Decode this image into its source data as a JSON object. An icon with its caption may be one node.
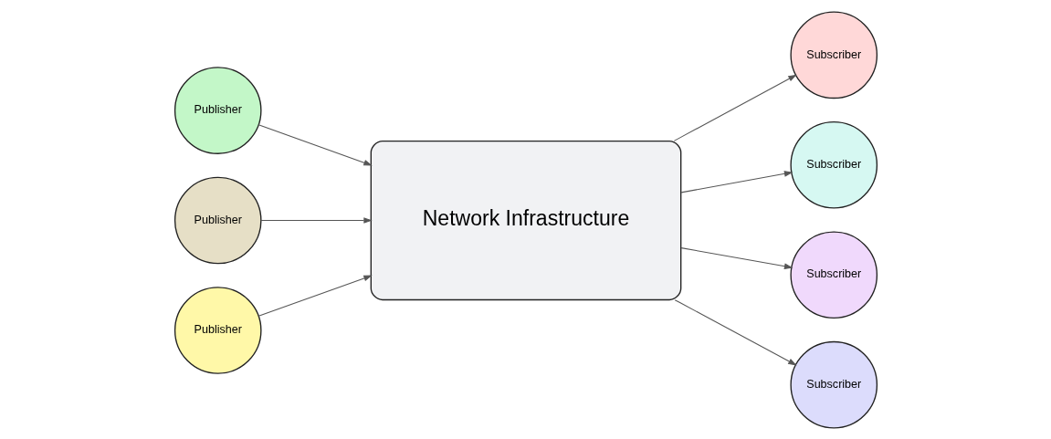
{
  "diagram": {
    "nodes": [
      {
        "text": [
          "Publisher"
        ]
      },
      {
        "text": [
          "Publisher"
        ]
      },
      {
        "text": [
          "Publisher"
        ]
      },
      {
        "text": [
          "Network Infrastructure"
        ]
      },
      {
        "text": [
          "Subscriber"
        ]
      },
      {
        "text": [
          "Subscriber"
        ]
      },
      {
        "text": [
          "Subscriber"
        ]
      },
      {
        "text": [
          "Subscriber"
        ]
      }
    ],
    "edges": [
      {
        "from": 0,
        "to": 3,
        "arrow": "to"
      },
      {
        "from": 1,
        "to": 3,
        "arrow": "to"
      },
      {
        "from": 2,
        "to": 3,
        "arrow": "to"
      },
      {
        "from": 3,
        "to": 4,
        "arrow": "to"
      },
      {
        "from": 3,
        "to": 5,
        "arrow": "to"
      },
      {
        "from": 3,
        "to": 6,
        "arrow": "to"
      },
      {
        "from": 3,
        "to": 7,
        "arrow": "to"
      }
    ]
  }
}
